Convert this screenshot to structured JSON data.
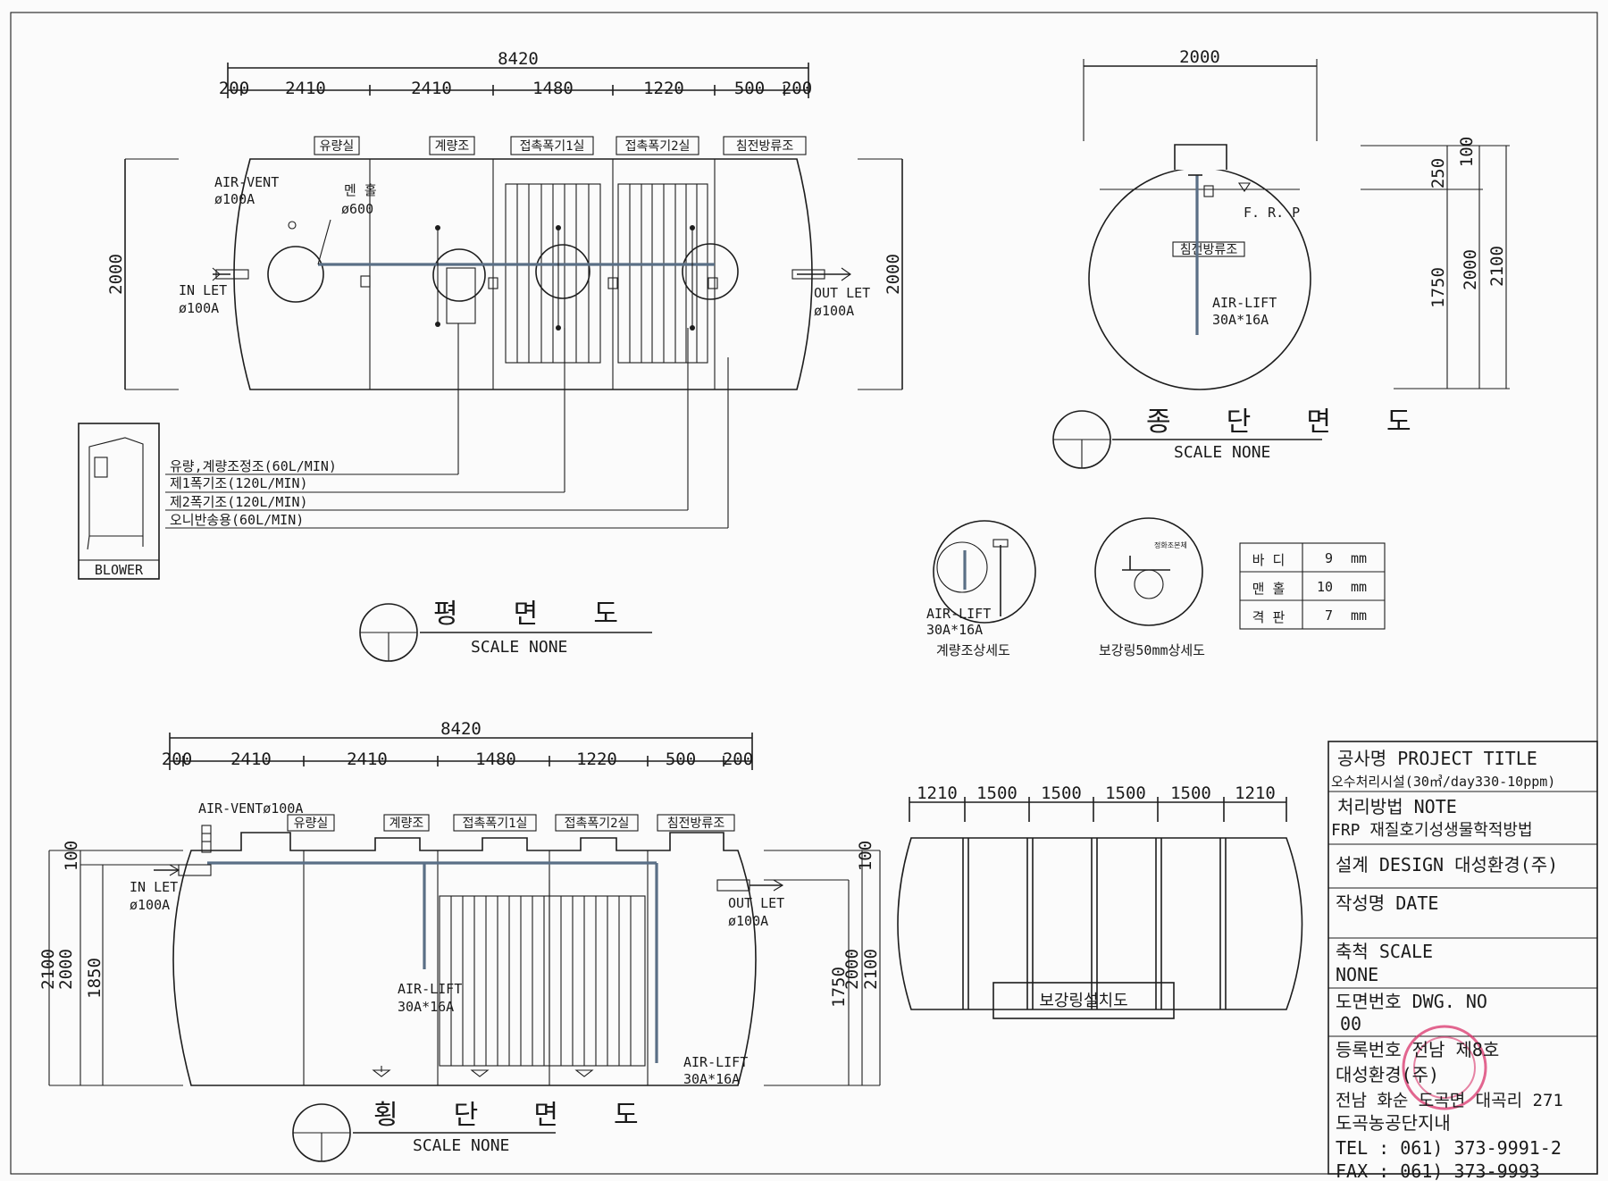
{
  "plan": {
    "dims_total": "8420",
    "dims": [
      "200",
      "2410",
      "2410",
      "1480",
      "1220",
      "500",
      "200"
    ],
    "rooms": [
      "유량실",
      "계량조",
      "접촉폭기1실",
      "접촉폭기2실",
      "침전방류조"
    ],
    "air_vent": "AIR-VENT",
    "air_vent_dia": "ø100A",
    "manhole": "멘 홀",
    "manhole_dia": "ø600",
    "inlet": "IN LET",
    "inlet_dia": "ø100A",
    "outlet": "OUT LET",
    "outlet_dia": "ø100A",
    "height_left": "2000",
    "height_right": "2000",
    "blower_lines": [
      "유량,계량조정조(60L/MIN)",
      "제1폭기조(120L/MIN)",
      "제2폭기조(120L/MIN)",
      "오니반송용(60L/MIN)"
    ],
    "blower": "BLOWER",
    "title": "평 면 도",
    "scale": "SCALE NONE"
  },
  "longitudinal": {
    "width": "2000",
    "frp": "F. R. P",
    "room": "침전방류조",
    "air_lift": "AIR-LIFT",
    "air_lift_size": "30A*16A",
    "dims_right": [
      "100",
      "250",
      "1750",
      "2000",
      "2100"
    ],
    "title": "종 단 면 도",
    "scale": "SCALE NONE"
  },
  "details": {
    "detail1_airlift": "AIR-LIFT",
    "detail1_size": "30A*16A",
    "detail1_caption": "계량조상세도",
    "detail2_tag": "정화조본체",
    "detail2_caption": "보강링50mm상세도",
    "thickness_table": [
      {
        "part": "바 디",
        "value": "9",
        "unit": "mm"
      },
      {
        "part": "맨 홀",
        "value": "10",
        "unit": "mm"
      },
      {
        "part": "격 판",
        "value": "7",
        "unit": "mm"
      }
    ]
  },
  "cross": {
    "dims_total": "8420",
    "dims": [
      "200",
      "2410",
      "2410",
      "1480",
      "1220",
      "500",
      "200"
    ],
    "air_vent": "AIR-VENTø100A",
    "rooms": [
      "유량실",
      "계량조",
      "접촉폭기1실",
      "접촉폭기2실",
      "침전방류조"
    ],
    "inlet": "IN LET",
    "inlet_dia": "ø100A",
    "outlet": "OUT LET",
    "outlet_dia": "ø100A",
    "air_lift1": "AIR-LIFT",
    "air_lift1_size": "30A*16A",
    "air_lift2": "AIR-LIFT",
    "air_lift2_size": "30A*16A",
    "dims_left": [
      "100",
      "2100",
      "2000",
      "1850"
    ],
    "dims_right": [
      "100",
      "1750",
      "2000",
      "2100"
    ],
    "title": "횡 단 면 도",
    "scale": "SCALE NONE"
  },
  "ring": {
    "dims": [
      "1210",
      "1500",
      "1500",
      "1500",
      "1500",
      "1210"
    ],
    "caption": "보강링설치도"
  },
  "title_block": {
    "project_label": "공사명 PROJECT TITLE",
    "project_value": "오수처리시설(30㎥/day330-10ppm)",
    "note_label": "처리방법 NOTE",
    "note_value": "FRP 재질호기성생물학적방법",
    "design_label": "설계 DESIGN 대성환경(주)",
    "date_label": "작성명 DATE",
    "scale_label": "축척 SCALE",
    "scale_value": "NONE",
    "dwg_label": "도면번호 DWG. NO",
    "dwg_value": "00",
    "reg_line": "등록번호 전남 제8호",
    "company": "대성환경(주)",
    "address1": "전남 화순 도곡면 대곡리 271",
    "address2": "도곡농공단지내",
    "tel": "TEL : 061) 373-9991-2",
    "fax": "FAX : 061) 373-9993"
  },
  "colors": {
    "ink": "#1d1d1d",
    "pipe": "#5a6f86",
    "stamp": "#d9336b",
    "paper": "#fbfbfb"
  }
}
